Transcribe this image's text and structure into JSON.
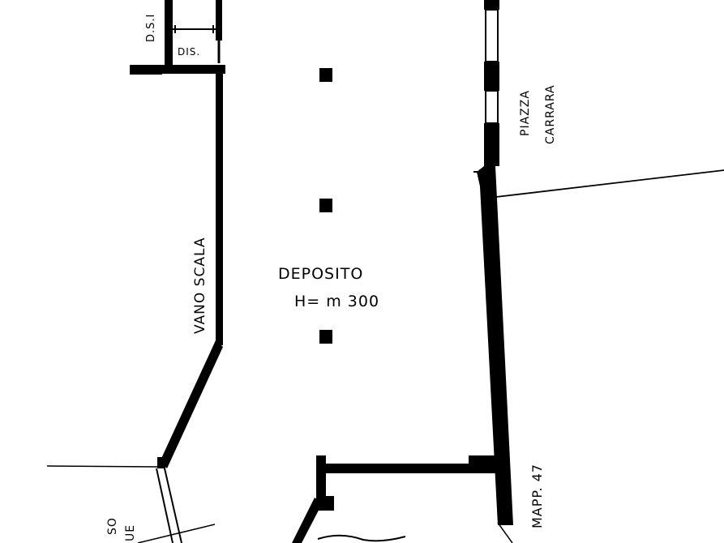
{
  "plan": {
    "ink_color": "#000000",
    "paper_color": "#ffffff",
    "labels": {
      "ds": "D.S.I",
      "dis": "DIS.",
      "piazza": "PIAZZA",
      "carrara": "CARRARA",
      "vano_scala": "VANO SCALA",
      "deposito": "DEPOSITO",
      "height": "H= m 300",
      "mapp": "MAPP. 47",
      "fragment_a": "SO",
      "fragment_b": "UE"
    }
  }
}
